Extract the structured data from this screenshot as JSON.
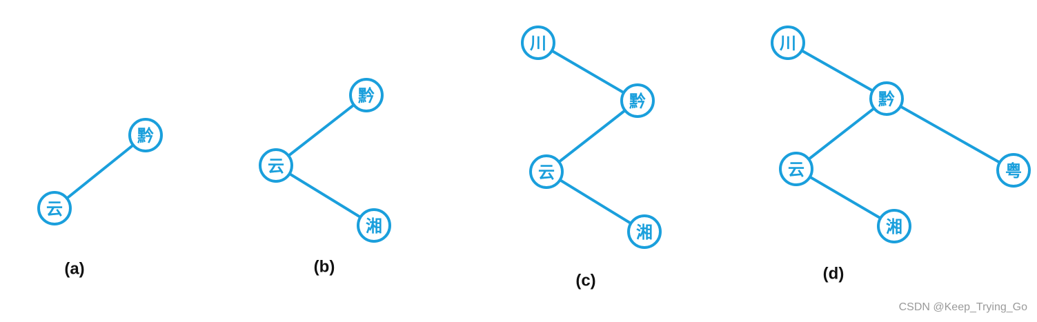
{
  "style": {
    "accent": "#1a9fdc",
    "label_color": "#111111",
    "background": "#ffffff"
  },
  "panels": [
    {
      "label": "(a)",
      "nodes": [
        {
          "id": "qian",
          "text": "黔"
        },
        {
          "id": "yun",
          "text": "云"
        }
      ],
      "edges": [
        [
          "qian",
          "yun"
        ]
      ]
    },
    {
      "label": "(b)",
      "nodes": [
        {
          "id": "qian",
          "text": "黔"
        },
        {
          "id": "yun",
          "text": "云"
        },
        {
          "id": "xiang",
          "text": "湘"
        }
      ],
      "edges": [
        [
          "qian",
          "yun"
        ],
        [
          "yun",
          "xiang"
        ]
      ]
    },
    {
      "label": "(c)",
      "nodes": [
        {
          "id": "chuan",
          "text": "川"
        },
        {
          "id": "qian",
          "text": "黔"
        },
        {
          "id": "yun",
          "text": "云"
        },
        {
          "id": "xiang",
          "text": "湘"
        }
      ],
      "edges": [
        [
          "chuan",
          "qian"
        ],
        [
          "qian",
          "yun"
        ],
        [
          "yun",
          "xiang"
        ]
      ]
    },
    {
      "label": "(d)",
      "nodes": [
        {
          "id": "chuan",
          "text": "川"
        },
        {
          "id": "qian",
          "text": "黔"
        },
        {
          "id": "yun",
          "text": "云"
        },
        {
          "id": "xiang",
          "text": "湘"
        },
        {
          "id": "yue",
          "text": "粤"
        }
      ],
      "edges": [
        [
          "chuan",
          "qian"
        ],
        [
          "qian",
          "yun"
        ],
        [
          "yun",
          "xiang"
        ],
        [
          "qian",
          "yue"
        ]
      ]
    }
  ],
  "watermark": "CSDN @Keep_Trying_Go"
}
